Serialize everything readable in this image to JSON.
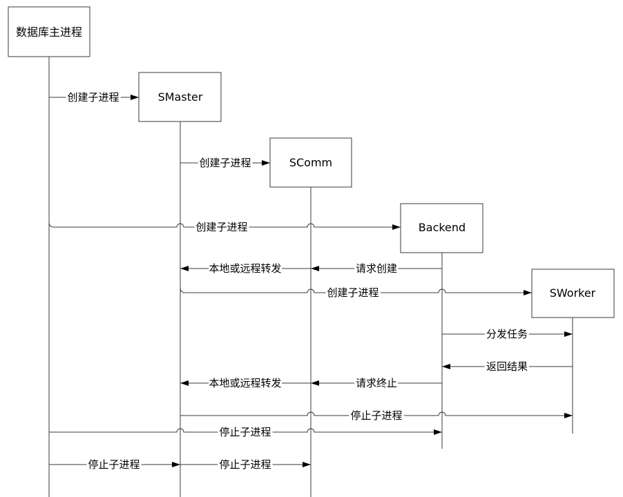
{
  "participants": [
    {
      "name": "数据库主进程"
    },
    {
      "name": "SMaster"
    },
    {
      "name": "SComm"
    },
    {
      "name": "Backend"
    },
    {
      "name": "SWorker"
    }
  ],
  "messages": [
    {
      "from": 0,
      "to": 1,
      "label": "创建子进程"
    },
    {
      "from": 1,
      "to": 2,
      "label": "创建子进程"
    },
    {
      "from": 0,
      "to": 3,
      "label": "创建子进程"
    },
    {
      "from": 3,
      "to": 2,
      "label": "请求创建"
    },
    {
      "from": 2,
      "to": 1,
      "label": "本地或远程转发"
    },
    {
      "from": 1,
      "to": 4,
      "label": "创建子进程"
    },
    {
      "from": 3,
      "to": 4,
      "label": "分发任务"
    },
    {
      "from": 4,
      "to": 3,
      "label": "返回结果"
    },
    {
      "from": 3,
      "to": 2,
      "label": "请求终止"
    },
    {
      "from": 2,
      "to": 1,
      "label": "本地或远程转发"
    },
    {
      "from": 1,
      "to": 4,
      "label": "停止子进程"
    },
    {
      "from": 0,
      "to": 3,
      "label": "停止子进程"
    },
    {
      "from": 0,
      "to": 1,
      "label": "停止子进程"
    },
    {
      "from": 1,
      "to": 2,
      "label": "停止子进程"
    }
  ]
}
